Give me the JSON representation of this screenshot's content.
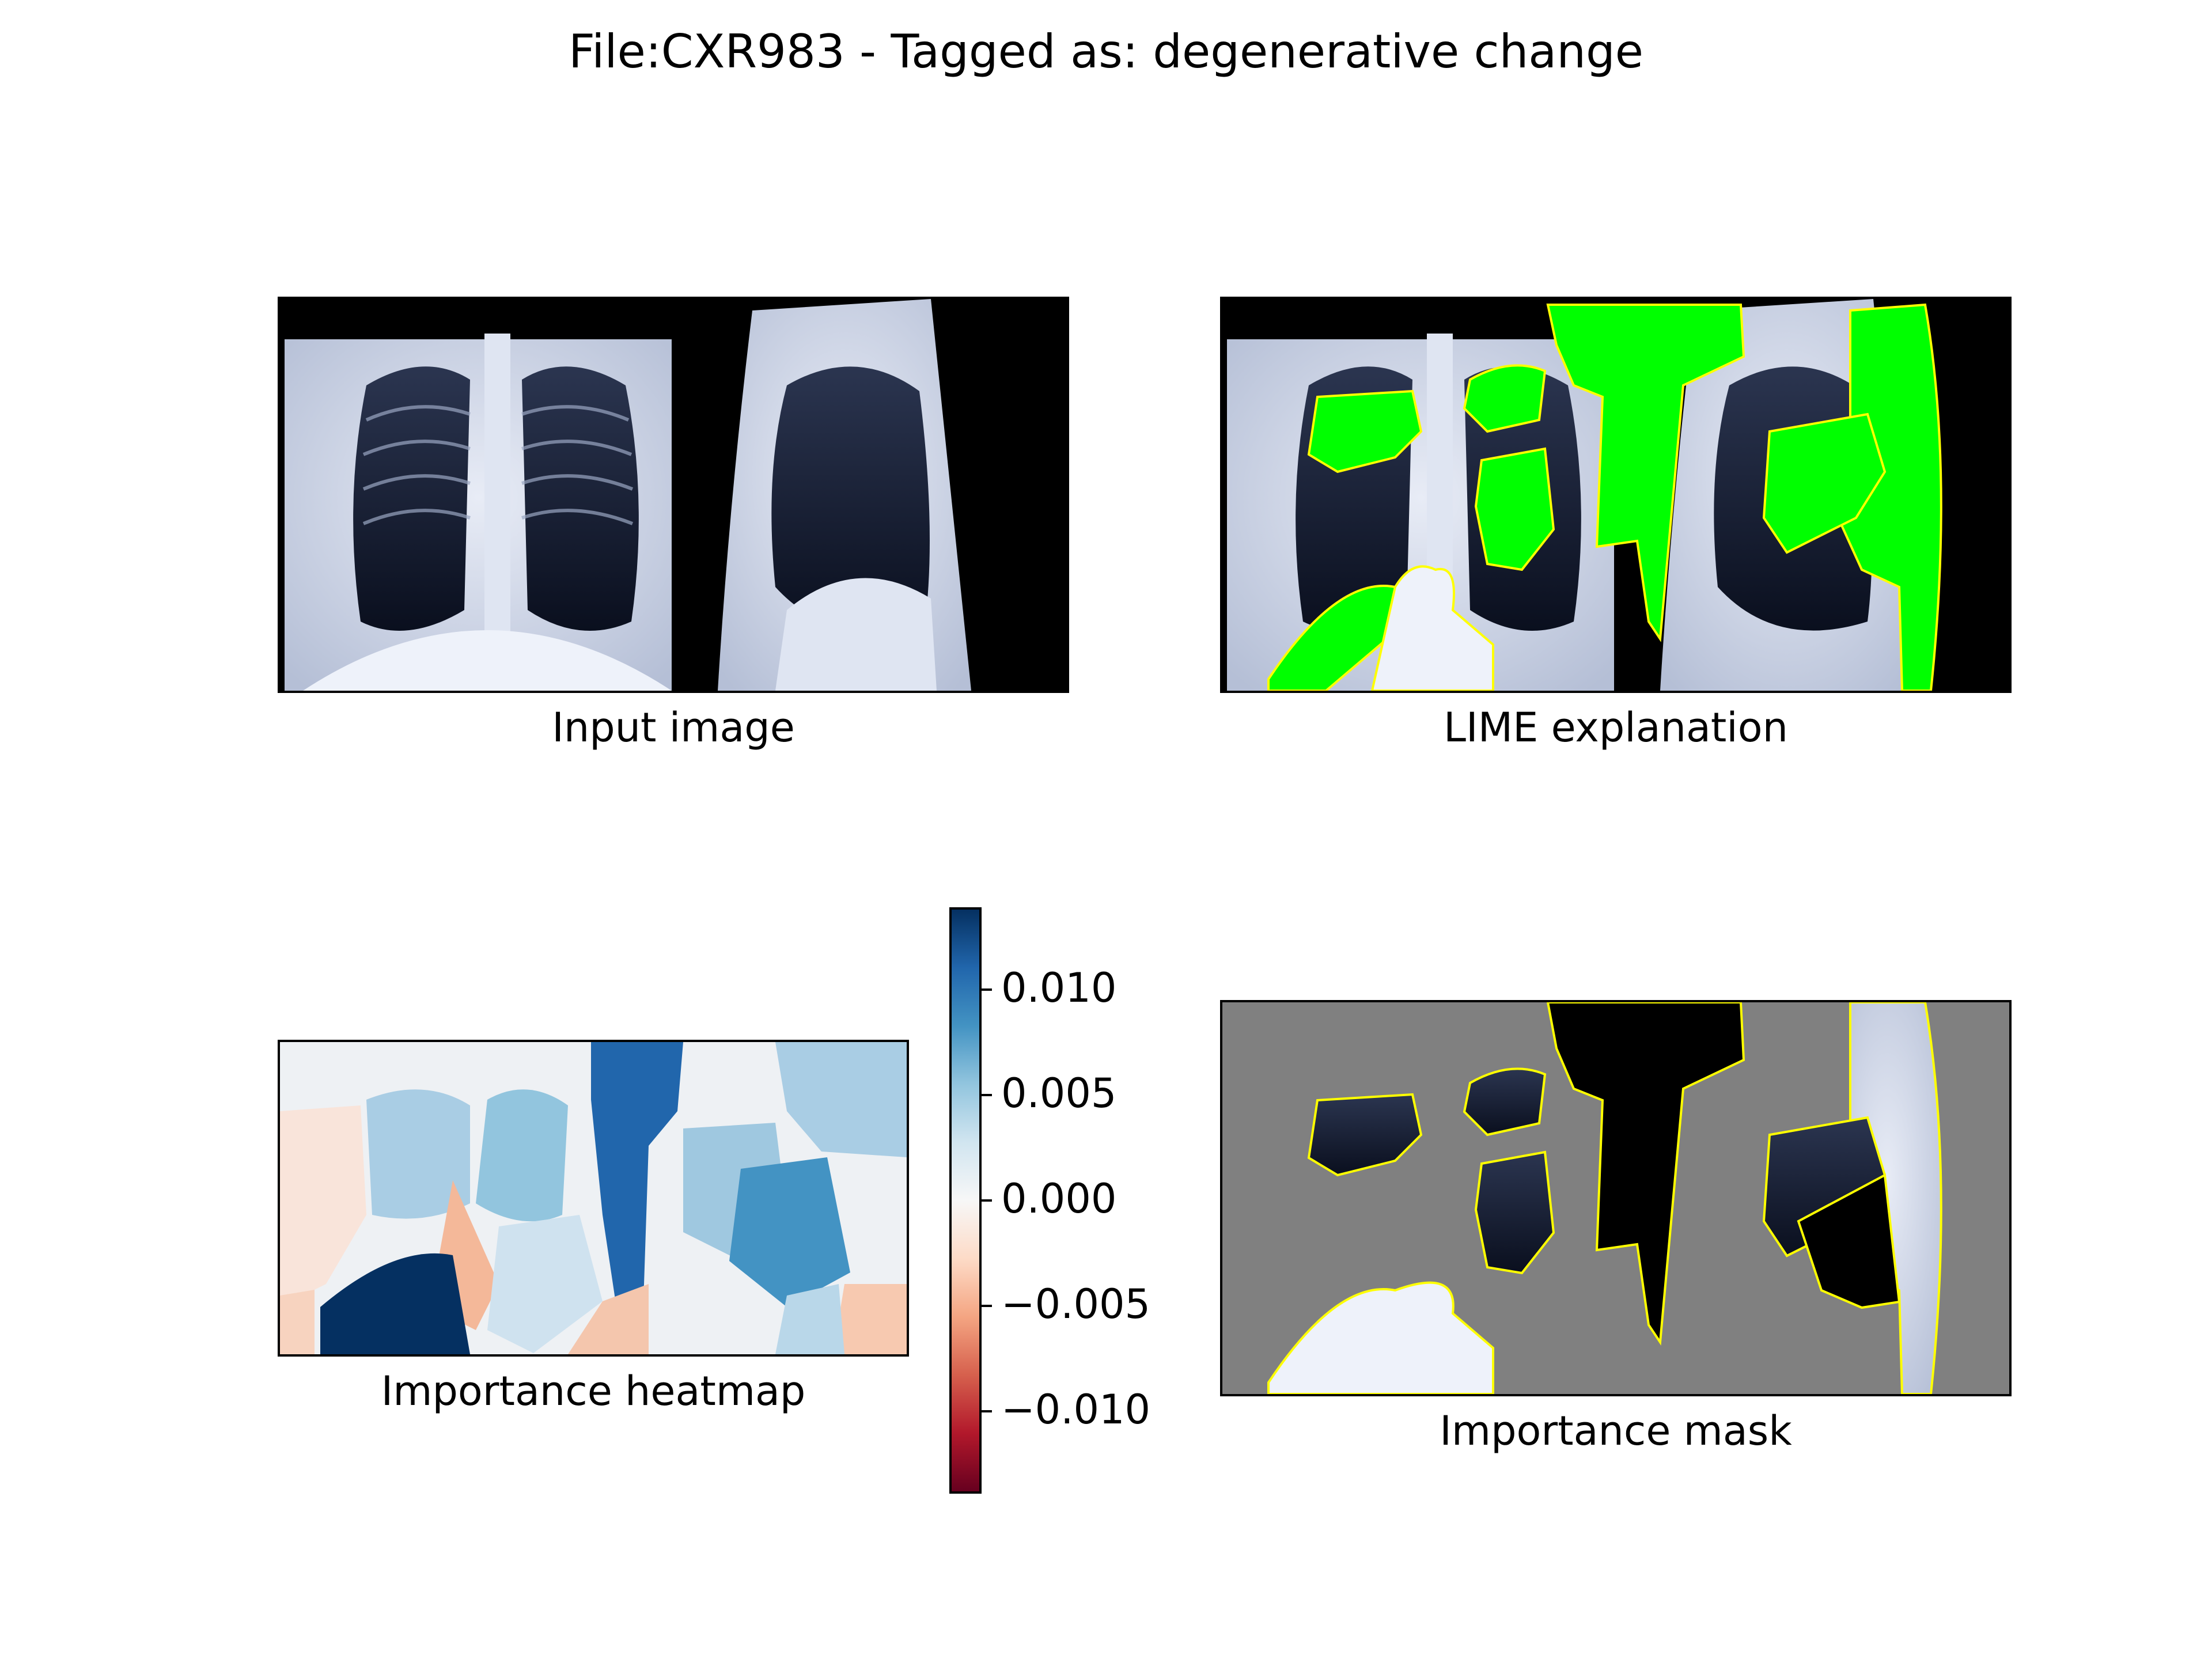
{
  "suptitle": "File:CXR983 - Tagged as: degenerative change",
  "panels": {
    "input": {
      "caption": "Input image"
    },
    "lime": {
      "caption": "LIME explanation"
    },
    "heatmap": {
      "caption": "Importance heatmap"
    },
    "mask": {
      "caption": "Importance mask"
    }
  },
  "chart_data": {
    "type": "heatmap",
    "colorbar": {
      "colormap": "RdBu",
      "range": [
        -0.0138,
        0.0138
      ],
      "ticks": [
        0.01,
        0.005,
        0.0,
        -0.005,
        -0.01
      ],
      "tick_labels": [
        "0.010",
        "0.005",
        "0.000",
        "−0.005",
        "−0.010"
      ],
      "colors": [
        "#67001f",
        "#b2182b",
        "#d6604d",
        "#f4a582",
        "#fddbc7",
        "#f7f7f7",
        "#d1e5f0",
        "#92c5de",
        "#4393c3",
        "#2166ac",
        "#053061"
      ]
    },
    "overlay_colors": {
      "highlight": "#00ff00",
      "boundary": "#ffff00",
      "masked": "#808080"
    }
  }
}
